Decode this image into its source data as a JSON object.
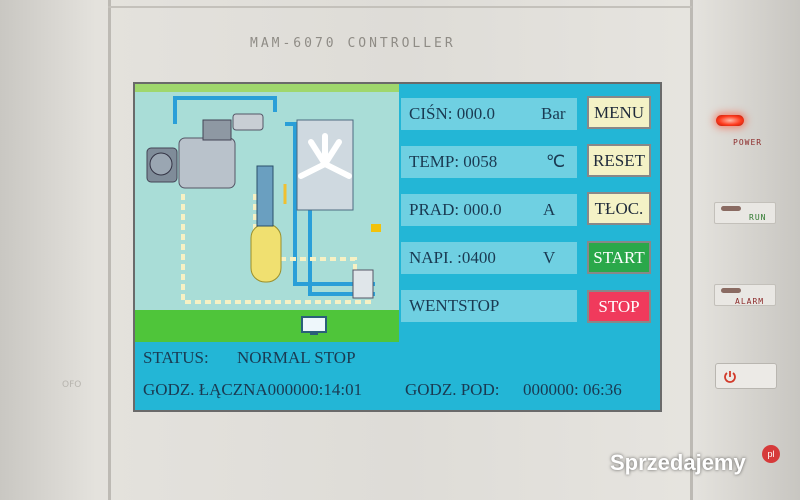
{
  "device": {
    "brand_title": "MAM-6070 CONTROLLER",
    "side_mark": "OFO"
  },
  "readouts": {
    "pressure": {
      "label": "CIŚN: 000.0",
      "unit": "Bar"
    },
    "temperature": {
      "label": "TEMP: 0058",
      "unit": "℃"
    },
    "current": {
      "label": "PRAD: 000.0",
      "unit": "A"
    },
    "voltage": {
      "label": "NAPI. :0400",
      "unit": "V"
    },
    "fan": {
      "label": "WENTSTOP"
    }
  },
  "buttons": {
    "menu": "MENU",
    "reset": "RESET",
    "tloc": "TŁOC.",
    "start": "START",
    "stop": "STOP"
  },
  "status": {
    "label": "STATUS:",
    "value": "NORMAL STOP",
    "total_hours_label": "GODZ. ŁĄCZNA",
    "total_hours_value": "000000:14:01",
    "load_hours_label": "GODZ. POD:",
    "load_hours_value": "000000: 06:36"
  },
  "indicators": {
    "power_label": "POWER",
    "run_label": "RUN",
    "alarm_label": "ALARM"
  },
  "watermark": {
    "text": "Sprzedajemy",
    "suffix": "pl"
  },
  "colors": {
    "screen_bg": "#23b6d6",
    "start": "#2aa84a",
    "stop": "#f03a5c",
    "power_led": "#ff3b1e"
  }
}
